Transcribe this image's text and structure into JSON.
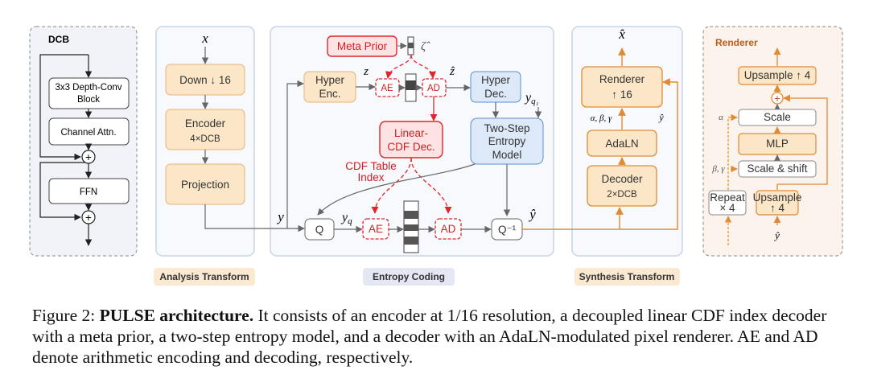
{
  "dcb": {
    "title": "DCB",
    "depth_conv_line1": "3x3 Depth-Conv",
    "depth_conv_line2": "Block",
    "channel_attn": "Channel Attn.",
    "ffn": "FFN",
    "plus": "+"
  },
  "analysis": {
    "input": "x",
    "down": "Down ↓ 16",
    "encoder": "Encoder",
    "encoder_sub": "4×DCB",
    "projection": "Projection",
    "label": "Analysis Transform"
  },
  "entropy": {
    "meta_prior": "Meta Prior",
    "zeta": "ζ̂",
    "z": "z",
    "z_hat": "ẑ",
    "hyper_enc_1": "Hyper",
    "hyper_enc_2": "Enc.",
    "hyper_dec_1": "Hyper",
    "hyper_dec_2": "Dec.",
    "ae": "AE",
    "ad": "AD",
    "linear_cdf_1": "Linear-",
    "linear_cdf_2": "CDF Dec.",
    "cdf_index_1": "CDF Table",
    "cdf_index_2": "Index",
    "two_step_1": "Two-Step",
    "two_step_2": "Entropy",
    "two_step_3": "Model",
    "yq1": "y",
    "yq1_sub": "q₁",
    "y": "y",
    "q": "Q",
    "yq": "y",
    "yq_sub": "q",
    "q_inv": "Q⁻¹",
    "y_hat": "ŷ",
    "label": "Entropy Coding"
  },
  "synthesis": {
    "x_hat": "x̂",
    "renderer_1": "Renderer",
    "renderer_2": "↑ 16",
    "abg": "α, β, γ",
    "y_hat": "ŷ",
    "adaln": "AdaLN",
    "decoder": "Decoder",
    "decoder_sub": "2×DCB",
    "label": "Synthesis Transform"
  },
  "renderer": {
    "title": "Renderer",
    "upsample_top": "Upsample ↑ 4",
    "plus": "+",
    "alpha": "α",
    "scale": "Scale",
    "mlp": "MLP",
    "beta_gamma": "β, γ",
    "scale_shift": "Scale & shift",
    "repeat_1": "Repeat",
    "repeat_2": "× 4",
    "upsample_1": "Upsample",
    "upsample_2": "↑ 4",
    "y_hat": "ŷ"
  },
  "caption": {
    "prefix": "Figure 2: ",
    "bold": "PULSE architecture.",
    "text": " It consists of an encoder at 1/16 resolution, a decoupled linear CDF index decoder with a meta prior, a two-step entropy model, and a decoder with an AdaLN-modulated pixel renderer. AE and AD denote arithmetic encoding and decoding, respectively."
  },
  "colors": {
    "orange_border": "#e08a35",
    "orange_fill": "#fbe7c8",
    "blue_border": "#5b8fd0",
    "blue_fill": "#dde9f8",
    "red": "#e0262a",
    "red_fill": "#fde3e3",
    "panel_border": "#c5d6e6",
    "label_fill": "#fbe9d2",
    "entropy_label_fill": "#e3e8f4"
  }
}
